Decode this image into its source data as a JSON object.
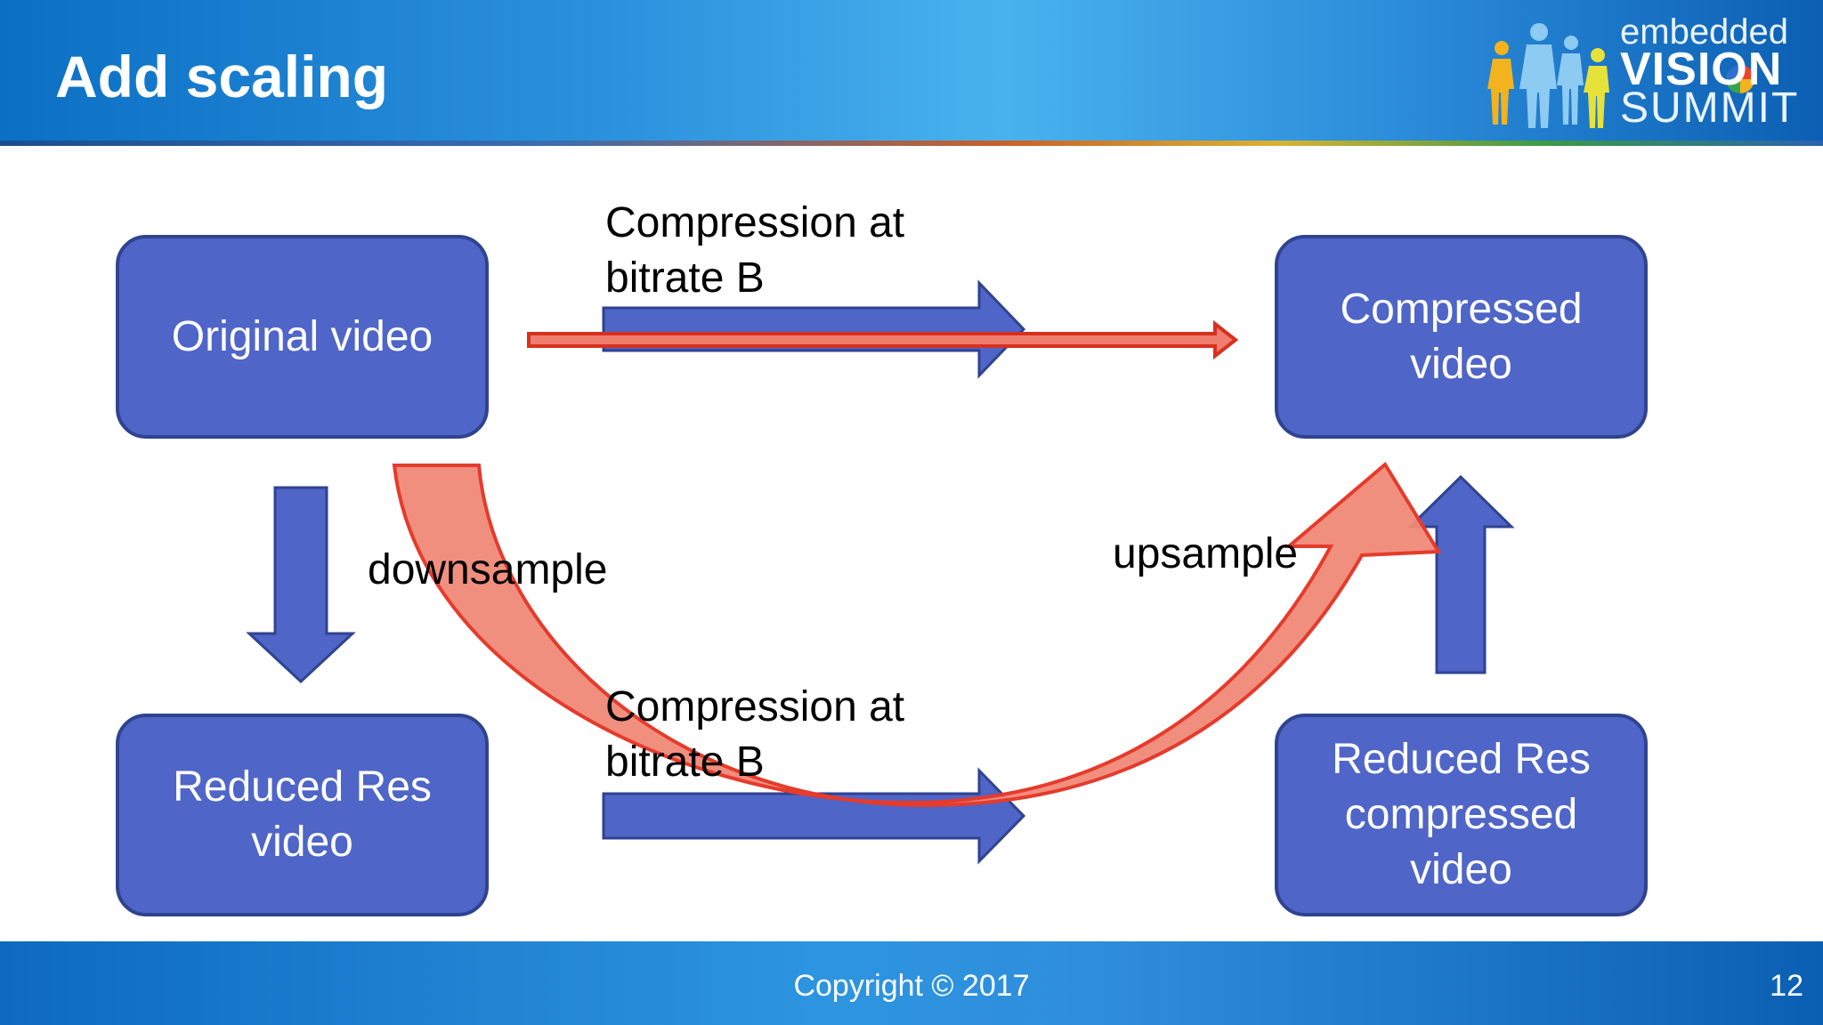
{
  "slide": {
    "title": "Add scaling",
    "logo": {
      "line1": "embedded",
      "line2": "VISION",
      "line3": "SUMMIT"
    }
  },
  "diagram": {
    "nodes": {
      "original": "Original video",
      "compressed": "Compressed\nvideo",
      "reduced": "Reduced Res\nvideo",
      "reduced_compressed": "Reduced Res\ncompressed\nvideo"
    },
    "edge_labels": {
      "compression_top": "Compression at\nbitrate B",
      "downsample": "downsample",
      "upsample": "upsample",
      "compression_bottom": "Compression at\nbitrate B"
    },
    "colors": {
      "box_fill": "#4f65c7",
      "box_border": "#2f4390",
      "arrow_blue": "#4f65c7",
      "arrow_red": "#e53b2c",
      "curve_fill": "#f08978"
    }
  },
  "footer": {
    "copyright": "Copyright © 2017",
    "page_number": "12"
  }
}
